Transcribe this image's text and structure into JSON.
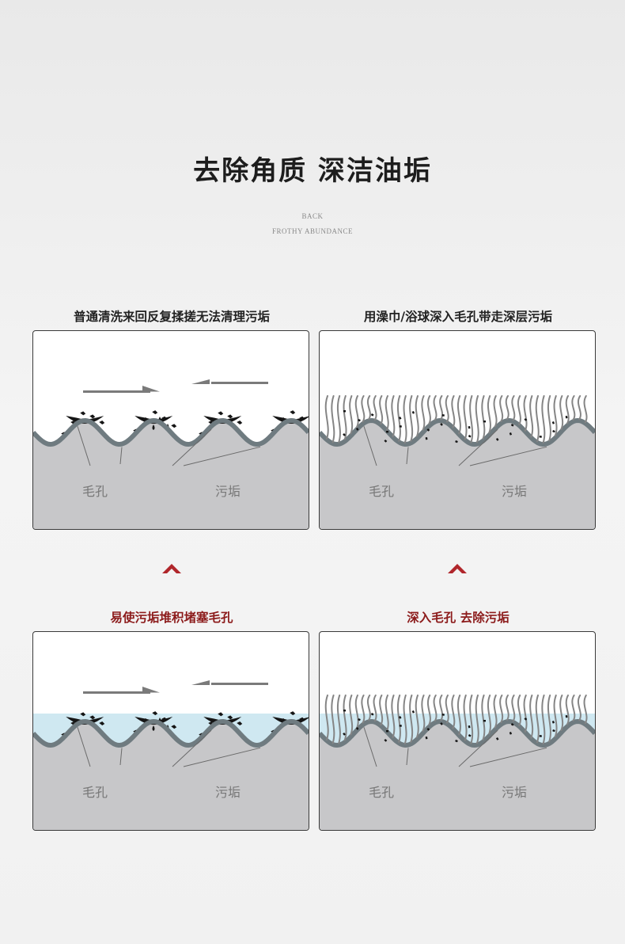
{
  "header": {
    "title": "去除角质 深洁油垢",
    "subtitle_1": "BACK",
    "subtitle_2": "FROTHY ABUNDANCE"
  },
  "panels": [
    {
      "caption": "普通清洗来回反复揉搓无法清理污垢",
      "caption_style": "dark",
      "label_left": "毛孔",
      "label_right": "污垢",
      "variant": "arrows",
      "water": false
    },
    {
      "caption": "用澡巾/浴球深入毛孔带走深层污垢",
      "caption_style": "dark",
      "label_left": "毛孔",
      "label_right": "污垢",
      "variant": "bristles",
      "water": false
    },
    {
      "caption": "易使污垢堆积堵塞毛孔",
      "caption_style": "red",
      "label_left": "毛孔",
      "label_right": "污垢",
      "variant": "arrows",
      "water": true
    },
    {
      "caption": "深入毛孔 去除污垢",
      "caption_style": "red",
      "label_left": "毛孔",
      "label_right": "污垢",
      "variant": "bristles",
      "water": true
    }
  ],
  "colors": {
    "skin_fill": "#c7c7c9",
    "skin_outline": "#6f7b80",
    "dirt": "#151515",
    "water": "#cfe8f1",
    "arrow": "#7a7a7a",
    "bristle": "#858585",
    "chevron": "#b0262b",
    "label": "#777777"
  }
}
